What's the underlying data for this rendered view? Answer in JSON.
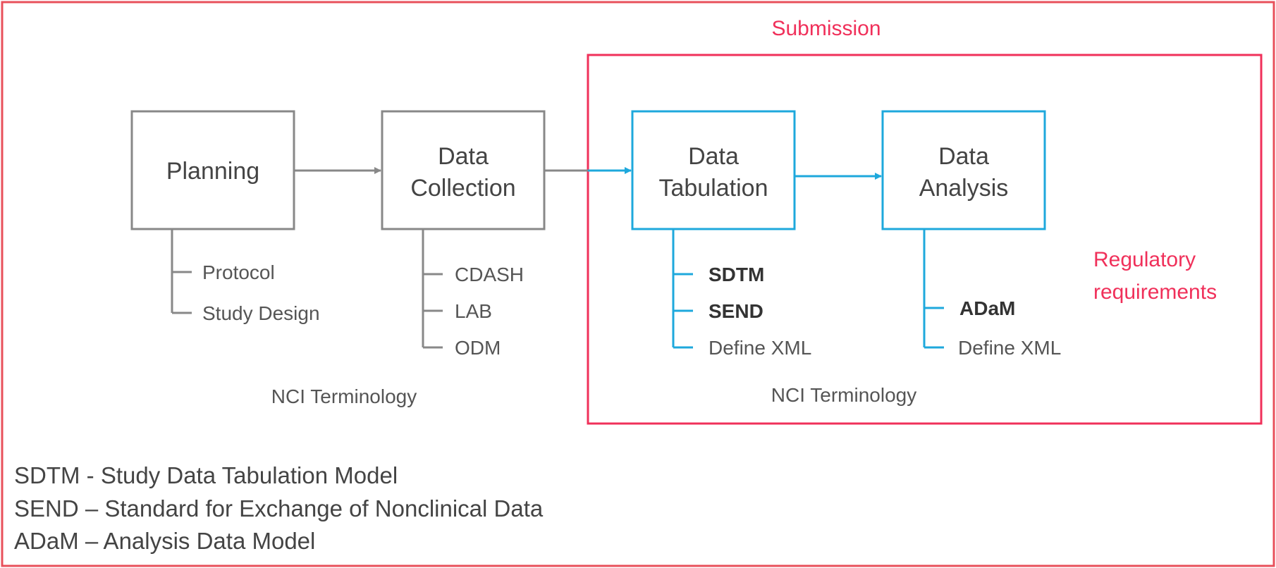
{
  "colors": {
    "frame": "#e8505b",
    "submission": "#f0305a",
    "gray": "#888888",
    "blue": "#1ea8dc",
    "text": "#444444",
    "dark": "#222222"
  },
  "submission_label": "Submission",
  "regulatory": {
    "line1": "Regulatory",
    "line2": "requirements"
  },
  "stages": [
    {
      "line1": "Planning",
      "line2": ""
    },
    {
      "line1": "Data",
      "line2": "Collection"
    },
    {
      "line1": "Data",
      "line2": "Tabulation"
    },
    {
      "line1": "Data",
      "line2": "Analysis"
    }
  ],
  "standards": [
    [
      "Protocol",
      "Study Design"
    ],
    [
      "CDASH",
      "LAB",
      "ODM"
    ],
    [
      "SDTM",
      "SEND",
      "Define XML"
    ],
    [
      "ADaM",
      "Define XML"
    ]
  ],
  "terminology": {
    "left": "NCI Terminology",
    "right": "NCI Terminology"
  },
  "legend": [
    "SDTM - Study Data Tabulation Model",
    "SEND – Standard for Exchange of Nonclinical Data",
    "ADaM – Analysis Data Model"
  ]
}
